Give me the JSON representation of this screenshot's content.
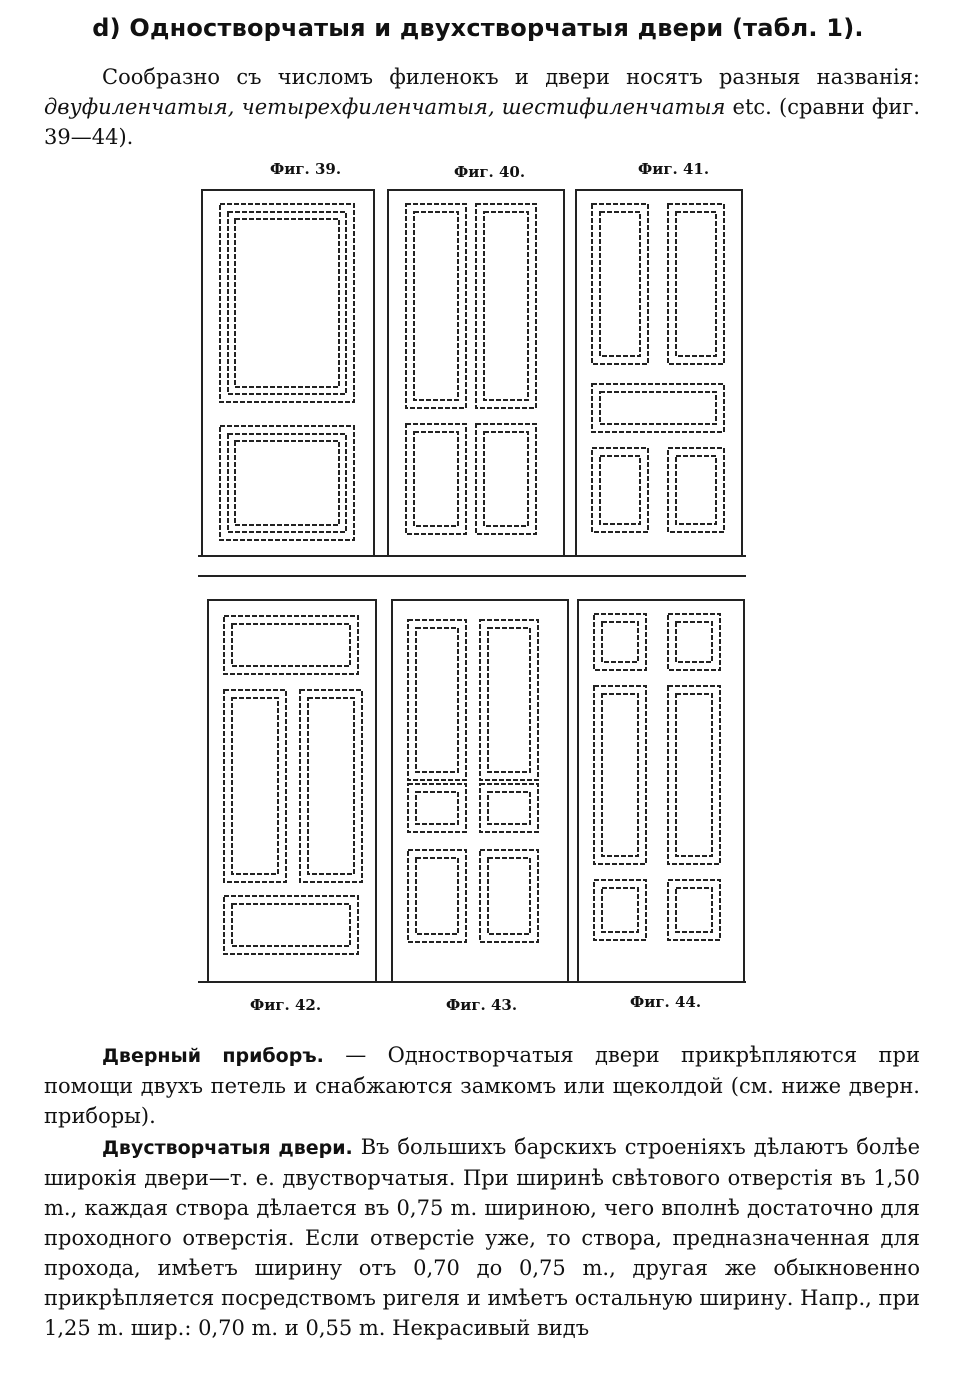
{
  "heading": "d) Одностворчатыя и двухстворчатыя двери (табл. 1).",
  "para1": {
    "text1": "Сообразно съ числомъ филенокъ и двери носятъ разныя названія: ",
    "italic": "двуфиленчатыя, четырехфиленчатыя, шестифиленчатыя",
    "text2": " etc. (сравни фиг. 39—44)."
  },
  "figures": {
    "f39": "Фиг. 39.",
    "f40": "Фиг. 40.",
    "f41": "Фиг. 41.",
    "f42": "Фиг. 42.",
    "f43": "Фиг. 43.",
    "f44": "Фиг. 44."
  },
  "para2": {
    "lead": "Дверный приборъ.",
    "text": " — Одностворчатыя двери прикрѣпляются при помощи двухъ петель и снабжаются замкомъ или щеколдой (см. ниже дверн. приборы)."
  },
  "para3": {
    "lead": "Двустворчатыя двери.",
    "text": " Въ большихъ барскихъ строеніяхъ дѣлаютъ болѣе широкія двери—т. е. двустворчатыя. При ширинѣ свѣтового отверстія въ 1,50 m., каждая створа дѣлается въ 0,75 m. шириною, чего вполнѣ достаточно для проходного отверстія. Если отверстіе уже, то створа, предназначенная для прохода, имѣетъ ширину отъ 0,70 до 0,75 m., другая же обыкновенно прикрѣпляется посредствомъ ригеля и имѣетъ остальную ширину. Напр., при 1,25 m. шир.: 0,70 m. и 0,55 m. Некрасивый видъ"
  }
}
